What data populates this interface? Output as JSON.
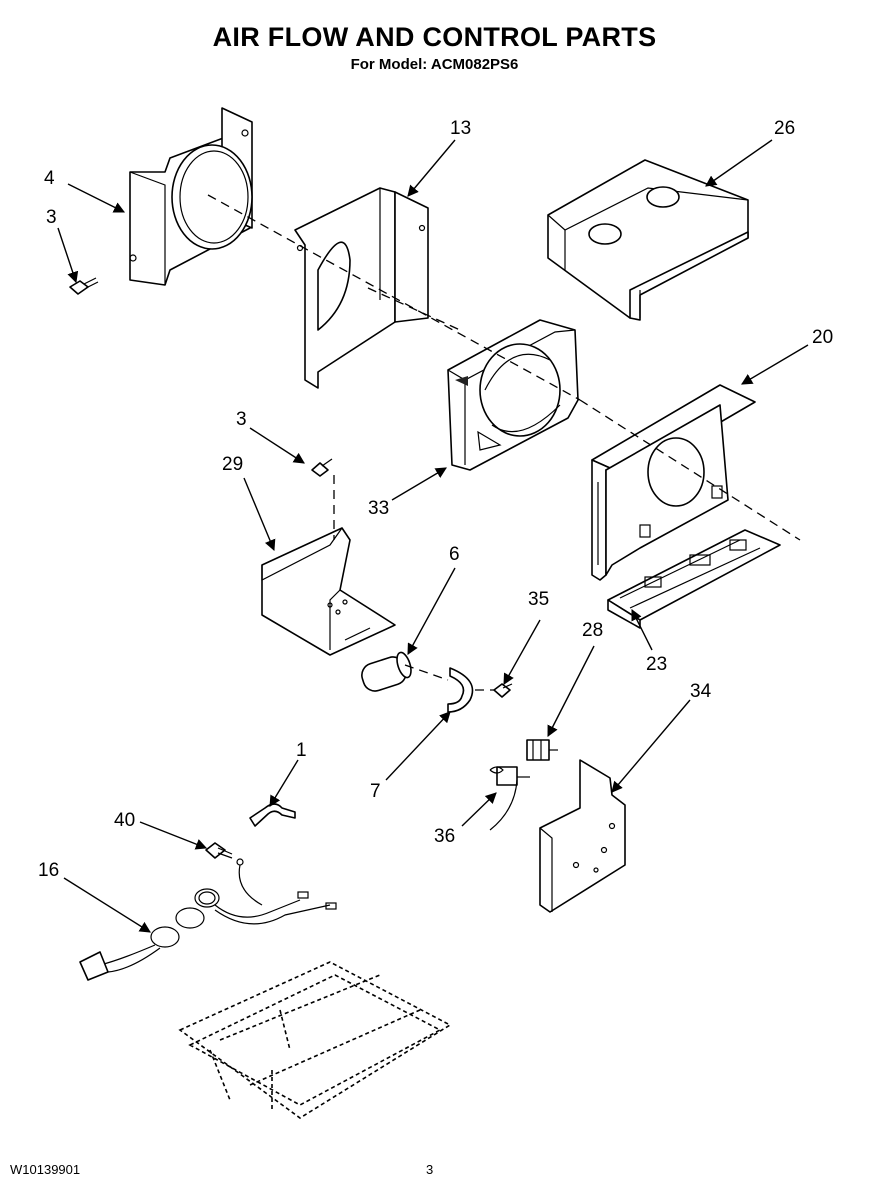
{
  "header": {
    "title": "AIR FLOW AND CONTROL PARTS",
    "model": "For Model: ACM082PS6"
  },
  "footer": {
    "doc_number": "W10139901",
    "page_number": "3"
  },
  "callouts": {
    "c1": "1",
    "c3a": "3",
    "c3b": "3",
    "c4": "4",
    "c6": "6",
    "c7": "7",
    "c13": "13",
    "c16": "16",
    "c20": "20",
    "c23": "23",
    "c26": "26",
    "c28": "28",
    "c29": "29",
    "c33": "33",
    "c34": "34",
    "c35": "35",
    "c36": "36",
    "c40": "40"
  }
}
